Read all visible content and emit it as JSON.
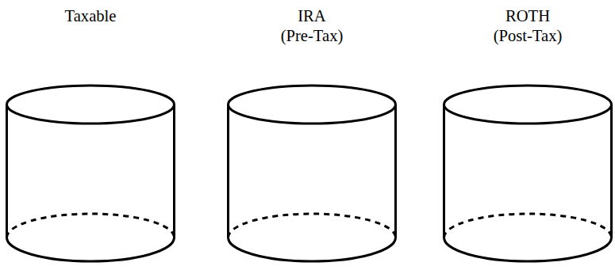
{
  "diagram": {
    "nodes": [
      {
        "text": [
          "Taxable"
        ]
      },
      {
        "text": [
          "IRA",
          "(Pre-Tax)"
        ]
      },
      {
        "text": [
          "ROTH",
          "(Post-Tax)"
        ]
      }
    ]
  }
}
